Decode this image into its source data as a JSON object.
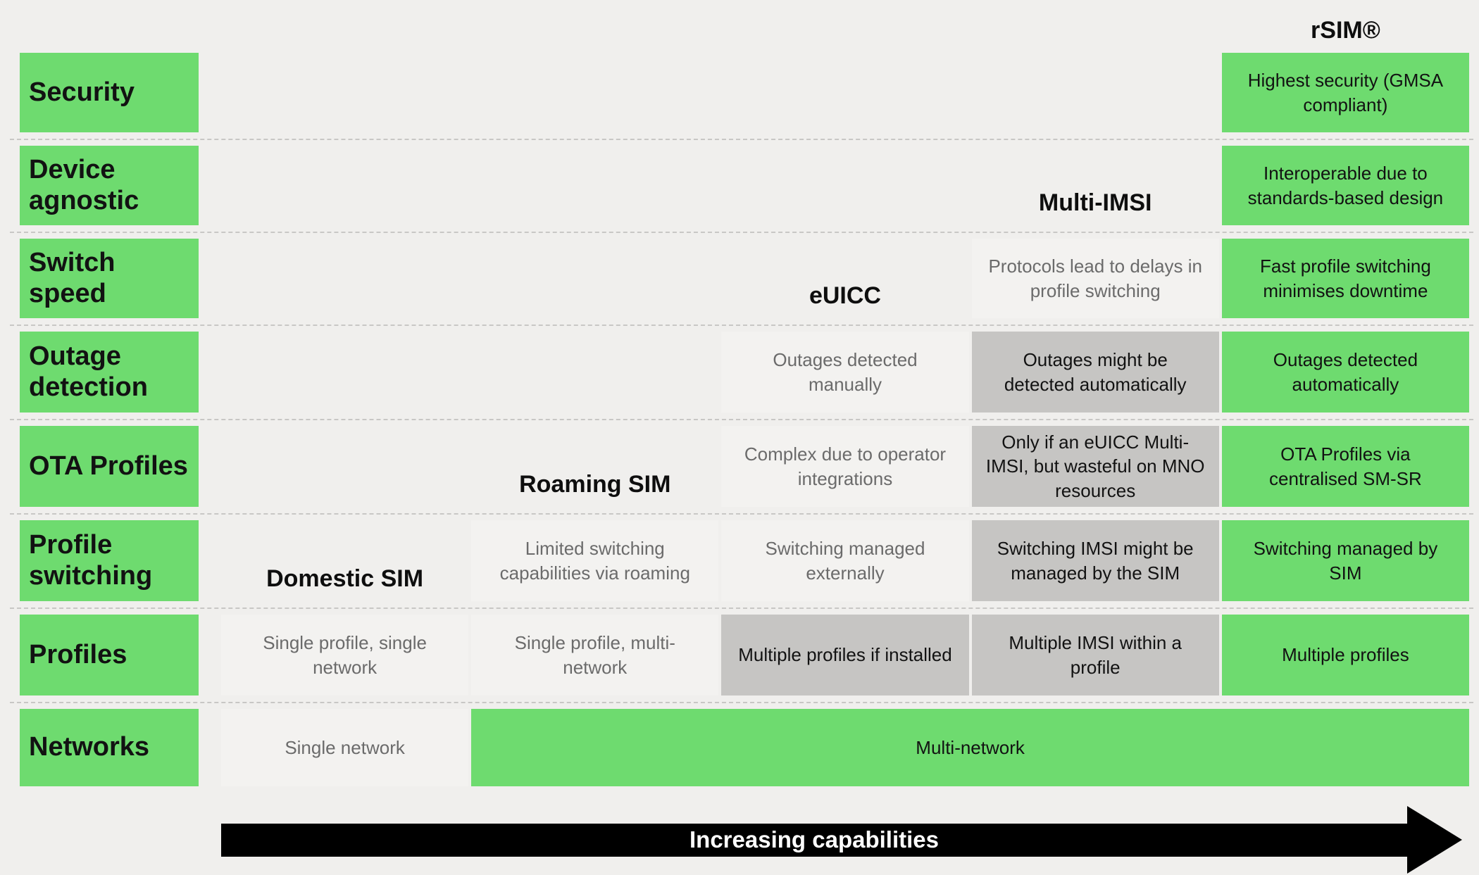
{
  "column_headers": {
    "domestic": "Domestic SIM",
    "roaming": "Roaming SIM",
    "euicc": "eUICC",
    "multi_imsi": "Multi-IMSI",
    "rsim": "rSIM®"
  },
  "rows": [
    {
      "label": "Security",
      "cells": {
        "rsim": {
          "text": "Highest security (GMSA compliant)",
          "style": "green"
        }
      }
    },
    {
      "label": "Device\nagnostic",
      "cells": {
        "rsim": {
          "text": "Interoperable due to standards-based design",
          "style": "green"
        }
      }
    },
    {
      "label": "Switch\nspeed",
      "cells": {
        "multi_imsi": {
          "text": "Protocols lead to delays in profile switching",
          "style": "light"
        },
        "rsim": {
          "text": "Fast profile switching minimises downtime",
          "style": "green"
        }
      }
    },
    {
      "label": "Outage\ndetection",
      "cells": {
        "euicc": {
          "text": "Outages detected manually",
          "style": "light"
        },
        "multi_imsi": {
          "text": "Outages might be detected automatically",
          "style": "gray"
        },
        "rsim": {
          "text": "Outages detected automatically",
          "style": "green"
        }
      }
    },
    {
      "label": "OTA Profiles",
      "cells": {
        "euicc": {
          "text": "Complex due to operator integrations",
          "style": "light"
        },
        "multi_imsi": {
          "text": "Only if an eUICC Multi-IMSI, but wasteful on MNO resources",
          "style": "gray"
        },
        "rsim": {
          "text": "OTA Profiles via centralised SM-SR",
          "style": "green"
        }
      }
    },
    {
      "label": "Profile\nswitching",
      "cells": {
        "roaming": {
          "text": "Limited switching capabilities via roaming",
          "style": "light"
        },
        "euicc": {
          "text": "Switching managed externally",
          "style": "light"
        },
        "multi_imsi": {
          "text": "Switching IMSI  might be managed by the SIM",
          "style": "gray"
        },
        "rsim": {
          "text": "Switching managed by SIM",
          "style": "green"
        }
      }
    },
    {
      "label": "Profiles",
      "cells": {
        "domestic": {
          "text": "Single profile, single network",
          "style": "light"
        },
        "roaming": {
          "text": "Single profile, multi-network",
          "style": "light"
        },
        "euicc": {
          "text": "Multiple profiles if installed",
          "style": "gray"
        },
        "multi_imsi": {
          "text": "Multiple IMSI within a profile",
          "style": "gray"
        },
        "rsim": {
          "text": "Multiple profiles",
          "style": "green"
        }
      }
    },
    {
      "label": "Networks",
      "cells": {
        "domestic": {
          "text": "Single network",
          "style": "light"
        },
        "multi_network": {
          "text": "Multi-network",
          "style": "green"
        }
      }
    }
  ],
  "arrow": {
    "label": "Increasing capabilities"
  },
  "colors": {
    "background": "#f0efed",
    "green": "#6edb6f",
    "gray_cell": "#c6c5c3",
    "light_cell": "#f3f2f0",
    "dark_text": "#121212",
    "gray_text": "#6b6b6b",
    "arrow_black": "#000000",
    "arrow_text": "#ffffff",
    "divider": "#c8c7c5"
  }
}
